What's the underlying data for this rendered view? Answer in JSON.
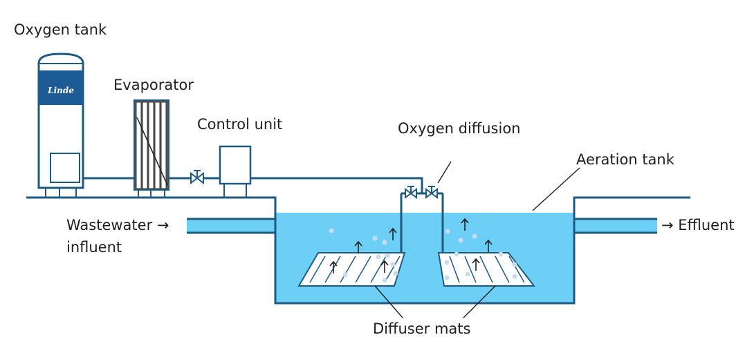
{
  "labels": {
    "oxygen_tank": "Oxygen tank",
    "evaporator": "Evaporator",
    "control_unit": "Control unit",
    "oxygen_diffusion": "Oxygen diffusion",
    "aeration_tank": "Aeration tank",
    "wastewater": "Wastewater →",
    "influent": "influent",
    "effluent": "→ Effluent",
    "diffuser_mats": "Diffuser mats"
  },
  "logo": {
    "text": "Linde"
  },
  "colors": {
    "outline": "#1e5a80",
    "water": "#6dcff6",
    "logo_blue": "#1d5b96",
    "evaporator_fin": "#3a3a3a",
    "bubble": "#c7dcee",
    "text": "#1e1e1e"
  },
  "icons": [
    "valve-icon",
    "arrow-up-icon",
    "bubble-icon"
  ]
}
